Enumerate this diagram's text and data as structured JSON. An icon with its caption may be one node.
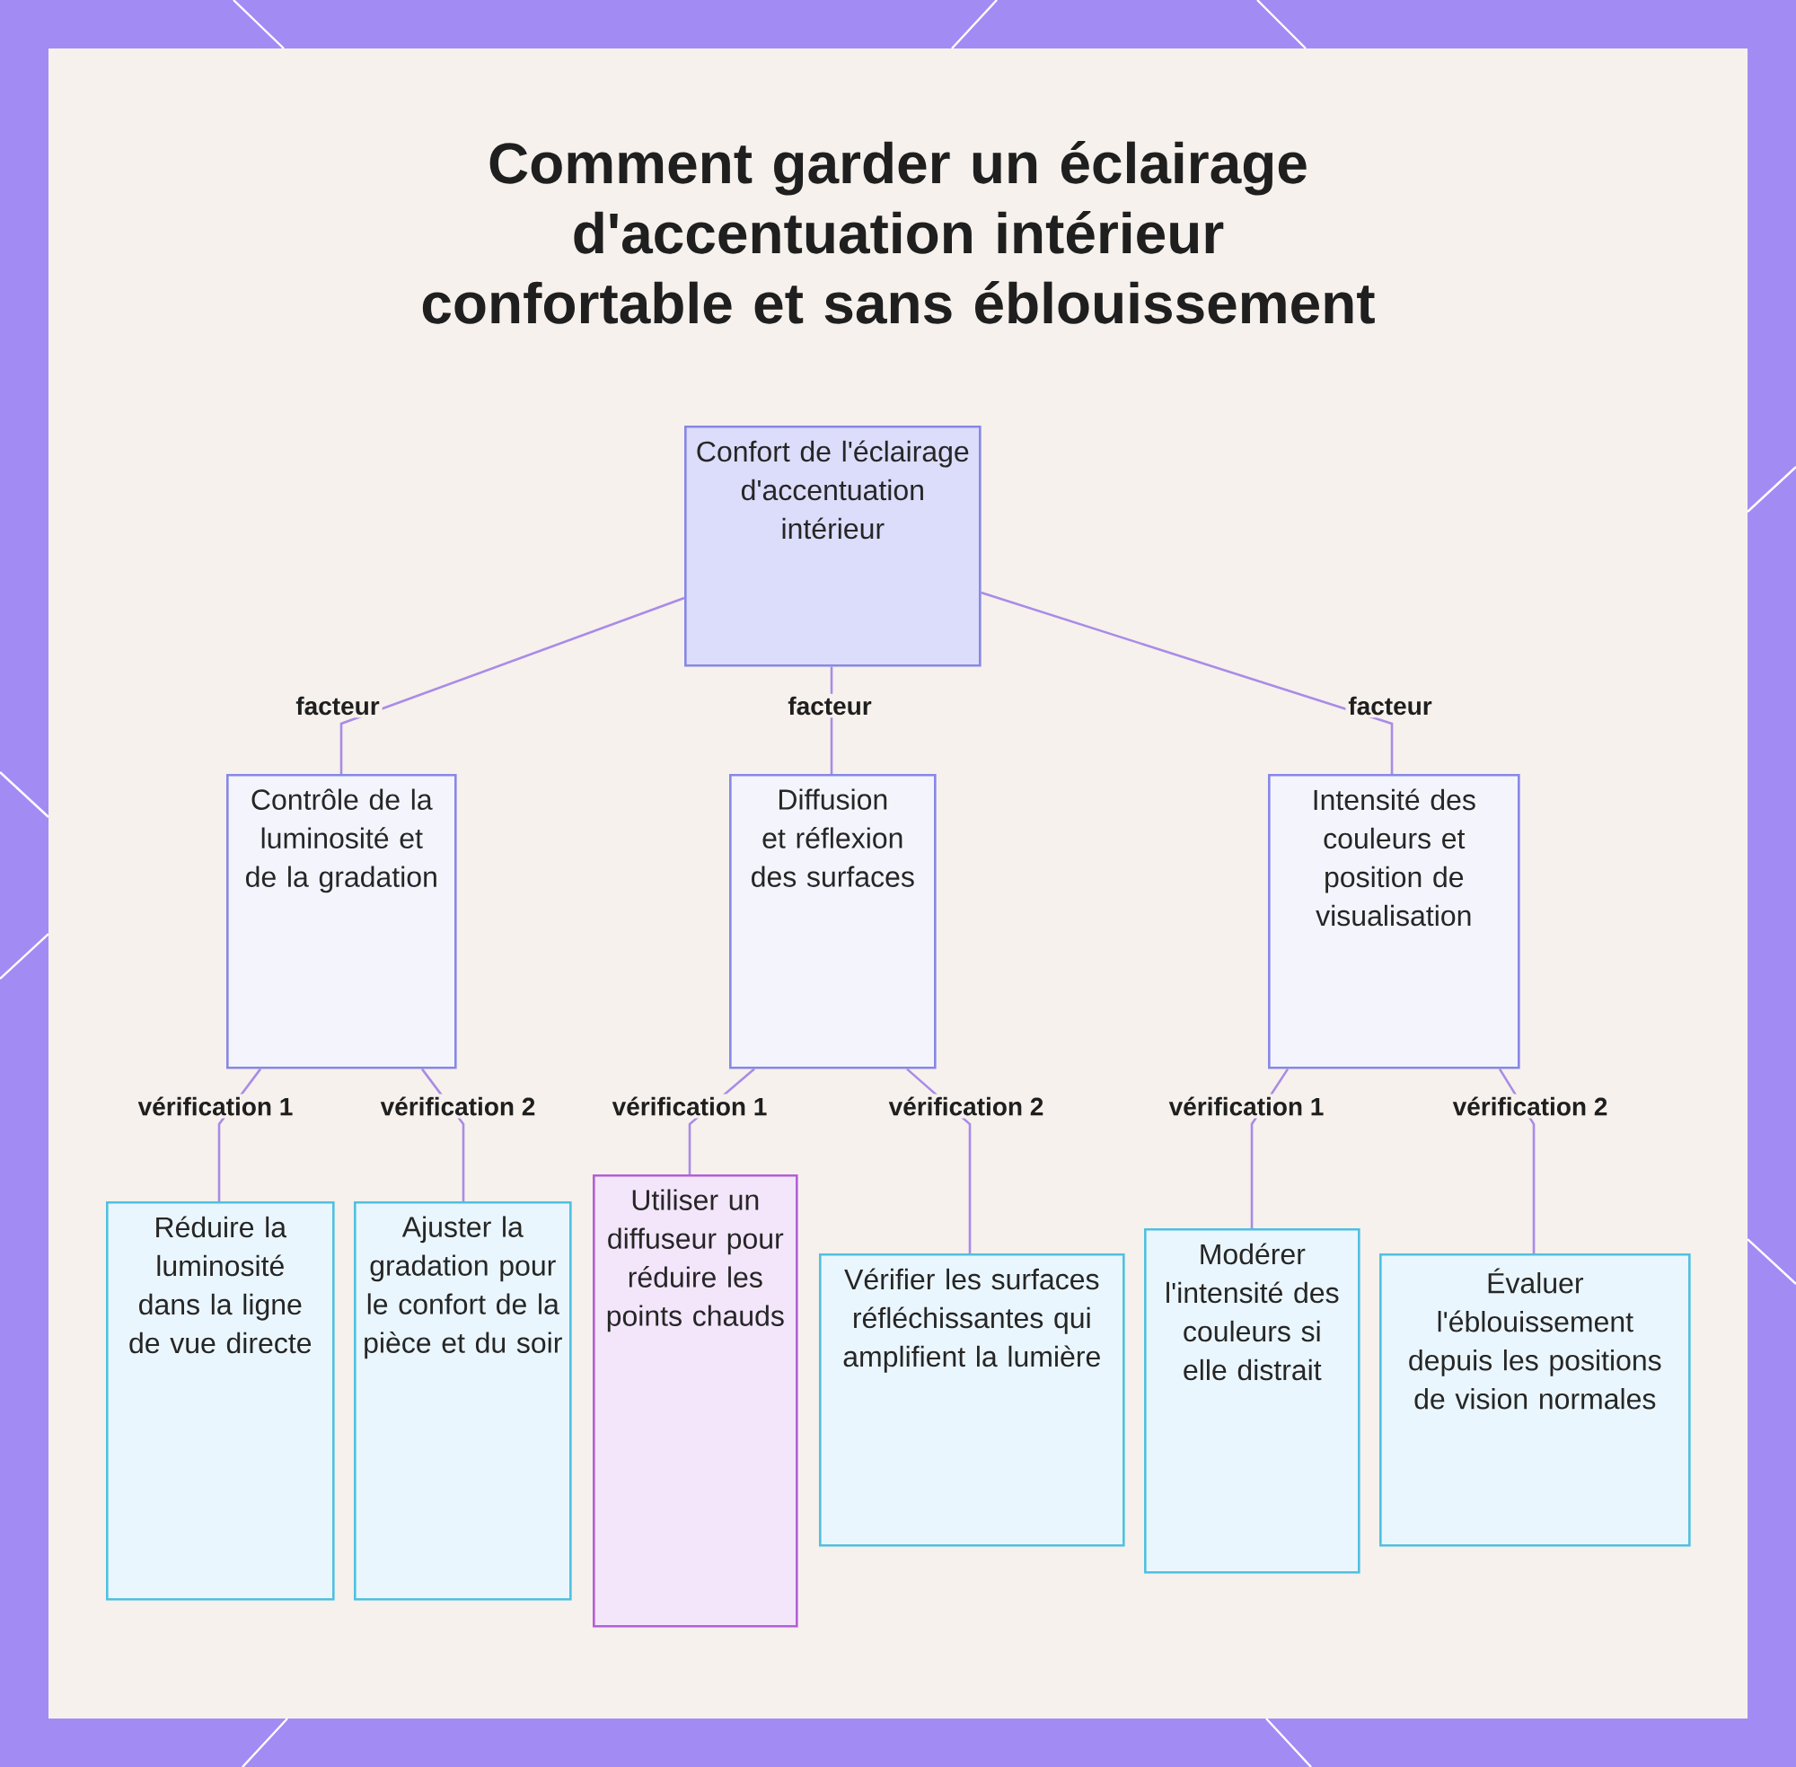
{
  "diagram": {
    "title": "Comment garder un éclairage d'accentuation intérieur confortable et sans éblouissement",
    "nodes": [
      {
        "text": [
          "Confort de l'éclairage d'accentuation intérieur"
        ]
      },
      {
        "text": [
          "Contrôle de la luminosité et de la gradation"
        ]
      },
      {
        "text": [
          "Diffusion et réflexion des surfaces"
        ]
      },
      {
        "text": [
          "Intensité des couleurs et position de visualisation"
        ]
      },
      {
        "text": [
          "Réduire la luminosité dans la ligne de vue directe"
        ]
      },
      {
        "text": [
          "Ajuster la gradation pour le confort de la pièce et du soir"
        ]
      },
      {
        "text": [
          "Utiliser un diffuseur pour réduire les points chauds"
        ]
      },
      {
        "text": [
          "Vérifier les surfaces réfléchissantes qui amplifient la lumière"
        ]
      },
      {
        "text": [
          "Modérer l'intensité des couleurs si elle distrait"
        ]
      },
      {
        "text": [
          "Évaluer l'éblouissement depuis les positions de vision normales"
        ]
      }
    ],
    "edges": [
      {
        "from": 0,
        "to": 1,
        "arrow": "none",
        "label": "facteur"
      },
      {
        "from": 0,
        "to": 2,
        "arrow": "none",
        "label": "facteur"
      },
      {
        "from": 0,
        "to": 3,
        "arrow": "none",
        "label": "facteur"
      },
      {
        "from": 1,
        "to": 4,
        "arrow": "none",
        "label": "vérification 1"
      },
      {
        "from": 1,
        "to": 5,
        "arrow": "none",
        "label": "vérification 2"
      },
      {
        "from": 2,
        "to": 6,
        "arrow": "none",
        "label": "vérification 1"
      },
      {
        "from": 2,
        "to": 7,
        "arrow": "none",
        "label": "vérification 2"
      },
      {
        "from": 3,
        "to": 8,
        "arrow": "none",
        "label": "vérification 1"
      },
      {
        "from": 3,
        "to": 9,
        "arrow": "none",
        "label": "vérification 2"
      }
    ]
  }
}
